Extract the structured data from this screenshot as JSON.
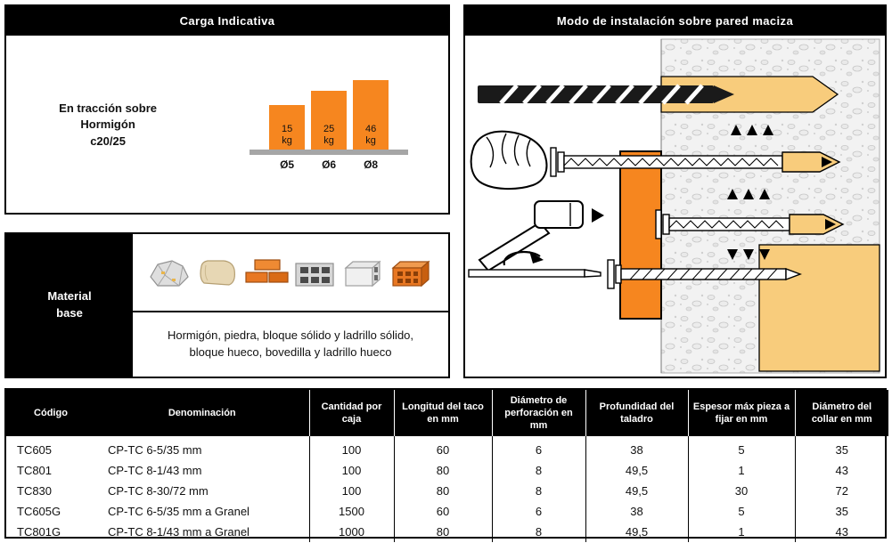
{
  "colors": {
    "orange": "#F6861F",
    "tan": "#F8CC7C",
    "baseline": "#A6A6A6",
    "ink": "#111111"
  },
  "carga": {
    "title": "Carga Indicativa",
    "condition_lines": [
      "En tracción sobre",
      "Hormigón",
      "c20/25"
    ]
  },
  "chart_data": {
    "type": "bar",
    "title": "Carga Indicativa",
    "subtitle": "En tracción sobre Hormigón c20/25",
    "categories": [
      "Ø5",
      "Ø6",
      "Ø8"
    ],
    "values": [
      15,
      25,
      46
    ],
    "unit": "kg",
    "ylim": [
      0,
      50
    ],
    "bar_color": "#F6861F",
    "legend": false,
    "grid": false
  },
  "material": {
    "title_lines": [
      "Material",
      "base"
    ],
    "icons": [
      "piedra",
      "bloque de piedra",
      "ladrillos",
      "bloque hueco",
      "bloque de hormigón",
      "ladrillo perforado"
    ],
    "description": "Hormigón, piedra, bloque sólido y ladrillo sólido, bloque hueco, bovedilla y ladrillo hueco"
  },
  "instalacion": {
    "title": "Modo de instalación sobre pared maciza"
  },
  "table": {
    "headers": [
      "Código",
      "Denominación",
      "Cantidad por caja",
      "Longitud del taco en mm",
      "Diámetro de perforación en mm",
      "Profundidad del taladro",
      "Espesor máx pieza a fijar en mm",
      "Diámetro del collar en mm"
    ],
    "rows": [
      [
        "TC605",
        "CP-TC 6-5/35 mm",
        "100",
        "60",
        "6",
        "38",
        "5",
        "35"
      ],
      [
        "TC801",
        "CP-TC 8-1/43 mm",
        "100",
        "80",
        "8",
        "49,5",
        "1",
        "43"
      ],
      [
        "TC830",
        "CP-TC 8-30/72 mm",
        "100",
        "80",
        "8",
        "49,5",
        "30",
        "72"
      ],
      [
        "TC605G",
        "CP-TC 6-5/35 mm a Granel",
        "1500",
        "60",
        "6",
        "38",
        "5",
        "35"
      ],
      [
        "TC801G",
        "CP-TC 8-1/43 mm a Granel",
        "1000",
        "80",
        "8",
        "49,5",
        "1",
        "43"
      ]
    ]
  }
}
